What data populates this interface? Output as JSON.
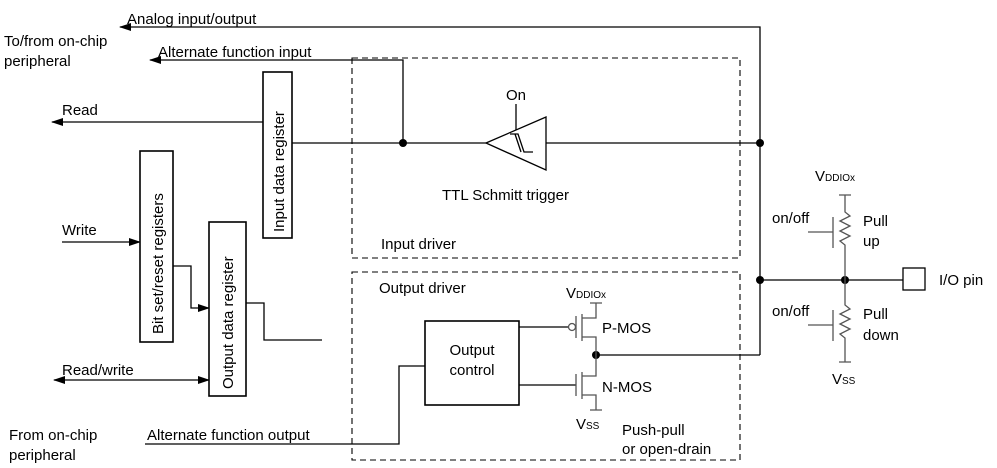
{
  "labels": {
    "analog_io": "Analog input/output",
    "to_from_peripheral_1": "To/from on-chip",
    "to_from_peripheral_2": "peripheral",
    "alt_func_input": "Alternate function input",
    "read": "Read",
    "write": "Write",
    "read_write": "Read/write",
    "from_peripheral_1": "From on-chip",
    "from_peripheral_2": "peripheral",
    "alt_func_output": "Alternate function output",
    "input_data_register": "Input data register",
    "bit_set_reset_registers": "Bit set/reset registers",
    "output_data_register": "Output data register",
    "on": "On",
    "schmitt": "TTL Schmitt trigger",
    "input_driver": "Input driver",
    "output_driver": "Output driver",
    "output_control_1": "Output",
    "output_control_2": "control",
    "pmos": "P-MOS",
    "nmos": "N-MOS",
    "push_pull_1": "Push-pull",
    "push_pull_2": "or open-drain",
    "v": "V",
    "vddiox_sub": "DDIOx",
    "vss_sub": "SS",
    "on_off": "on/off",
    "pull_up_1": "Pull",
    "pull_up_2": "up",
    "pull_down_1": "Pull",
    "pull_down_2": "down",
    "io_pin": "I/O pin"
  }
}
